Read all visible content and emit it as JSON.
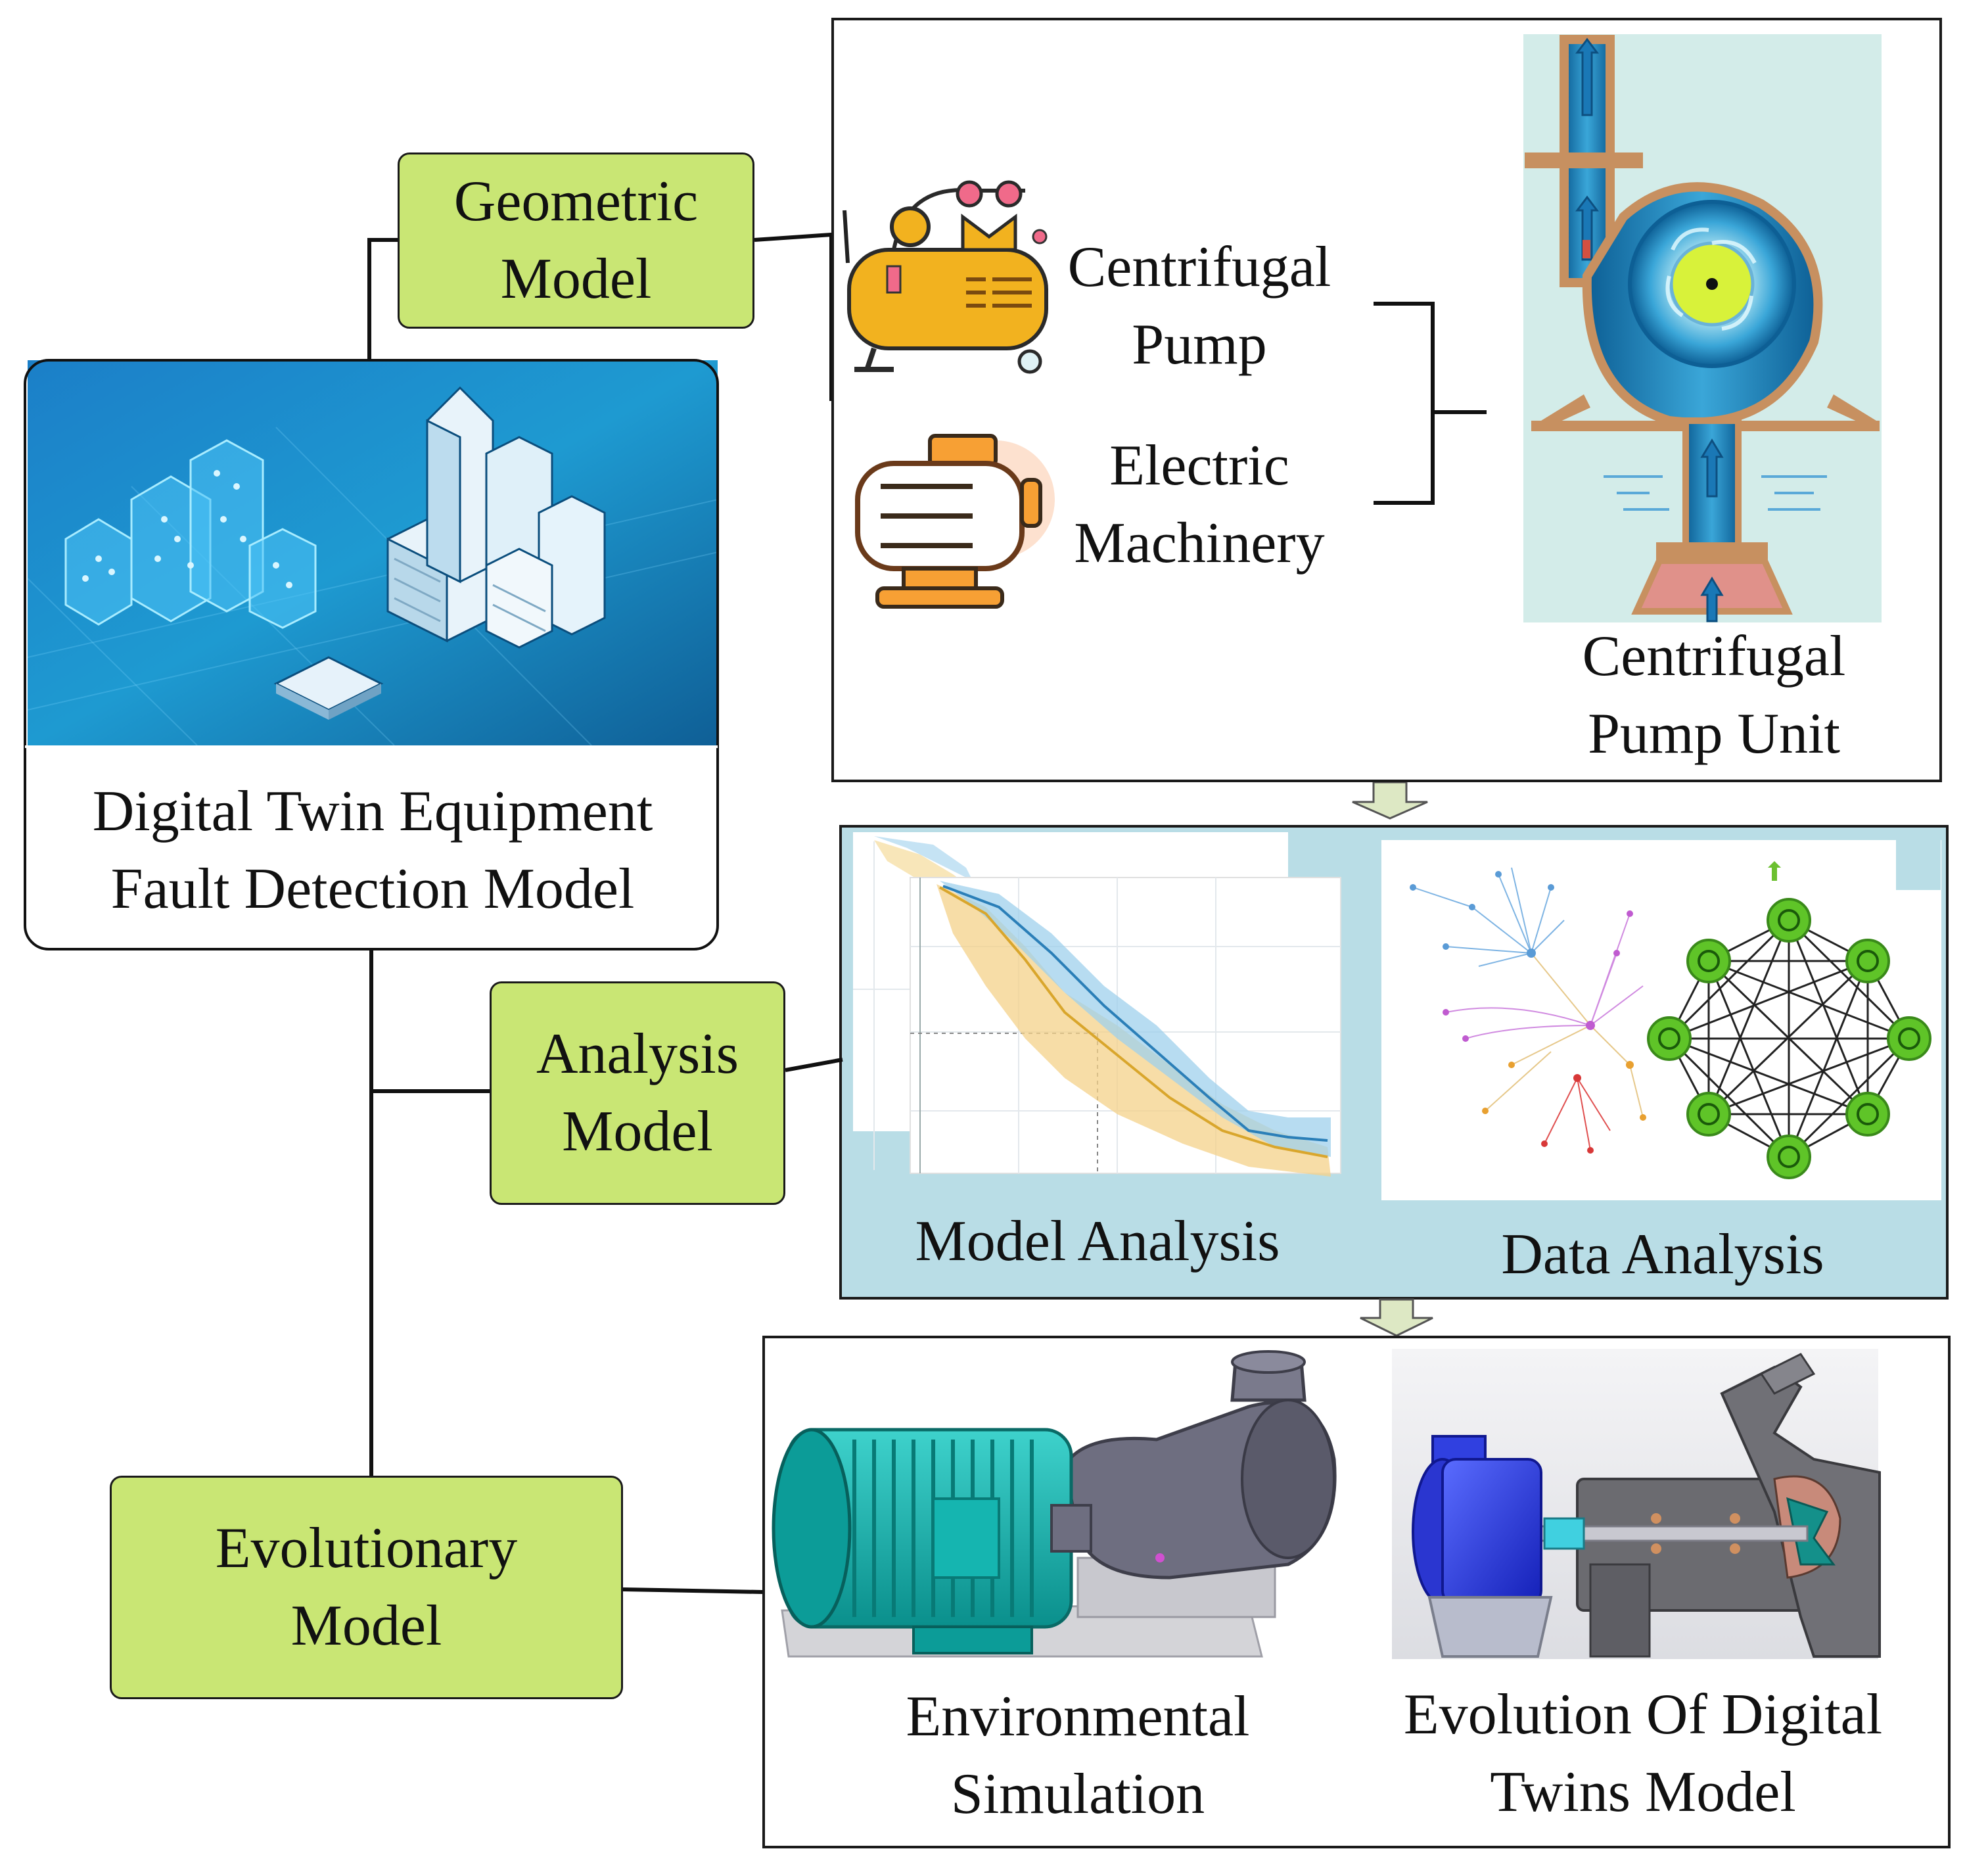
{
  "root": {
    "title_line1": "Digital Twin Equipment",
    "title_line2": "Fault Detection Model"
  },
  "models": {
    "geometric": {
      "line1": "Geometric",
      "line2": "Model"
    },
    "analysis": {
      "line1": "Analysis",
      "line2": "Model"
    },
    "evolutionary": {
      "line1": "Evolutionary",
      "line2": "Model"
    }
  },
  "geometric_panel": {
    "pump": {
      "line1": "Centrifugal",
      "line2": "Pump"
    },
    "motor": {
      "line1": "Electric",
      "line2": "Machinery"
    },
    "unit": {
      "line1": "Centrifugal",
      "line2": "Pump Unit"
    }
  },
  "analysis_panel": {
    "model_analysis": "Model Analysis",
    "data_analysis": "Data Analysis"
  },
  "evolution_panel": {
    "env_sim": {
      "line1": "Environmental",
      "line2": "Simulation"
    },
    "evolution": {
      "line1": "Evolution Of Digital",
      "line2": "Twins Model"
    }
  },
  "colors": {
    "model_box": "#c9e674",
    "analysis_panel_bg": "#b9dde6",
    "pump_unit_bg": "#d3ece9",
    "pump_blue": "#1a78b6",
    "flange_brown": "#c79060",
    "compressor_yellow": "#f2b21f",
    "motor_cyan": "#12b4b0"
  }
}
